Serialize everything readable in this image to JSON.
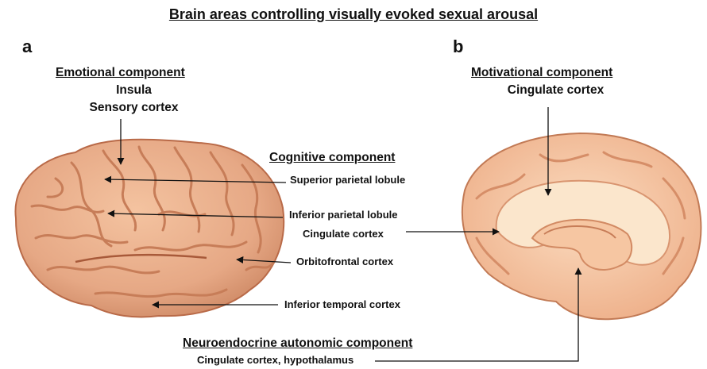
{
  "title": "Brain areas controlling visually evoked sexual arousal",
  "panels": {
    "a": {
      "letter": "a",
      "emotional": {
        "heading": "Emotional component",
        "items": [
          "Insula",
          "Sensory cortex"
        ]
      },
      "cognitive": {
        "heading": "Cognitive component",
        "labels": [
          "Superior parietal lobule",
          "Inferior parietal lobule",
          "Cingulate cortex",
          "Orbitofrontal cortex",
          "Inferior temporal cortex"
        ]
      }
    },
    "b": {
      "letter": "b",
      "motivational": {
        "heading": "Motivational component",
        "items": [
          "Cingulate cortex"
        ]
      },
      "neuroendocrine": {
        "heading": "Neuroendocrine autonomic component",
        "items": [
          "Cingulate cortex, hypothalamus"
        ]
      }
    }
  },
  "colors": {
    "brain_fill": "#eab08c",
    "brain_stroke": "#b96a48",
    "gyri": "#c77d58",
    "medial_fill": "#f6c6a2",
    "inner_fill": "#fbe6cc",
    "line": "#111111"
  }
}
